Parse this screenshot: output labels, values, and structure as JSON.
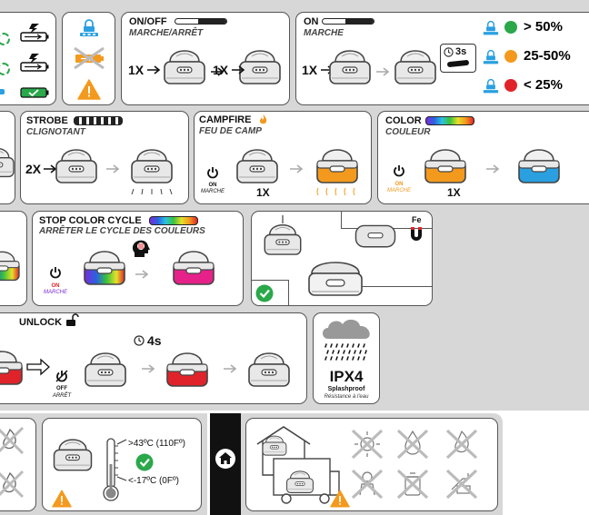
{
  "battery_charge": {
    "status_1": "",
    "status_2": ""
  },
  "lock_panel": {},
  "on_off": {
    "title": "ON/OFF",
    "subtitle": "MARCHE/ARRÊT",
    "press_1": "1X",
    "press_2": "1X"
  },
  "on": {
    "title": "ON",
    "subtitle": "MARCHE",
    "press": "1X",
    "hold": "3s"
  },
  "battery_levels": [
    {
      "label": "> 50%",
      "color": "#2aa84a"
    },
    {
      "label": "25-50%",
      "color": "#f39a1e"
    },
    {
      "label": "< 25%",
      "color": "#e0232a"
    }
  ],
  "strobe": {
    "title": "STROBE",
    "subtitle": "CLIGNOTANT",
    "press": "2X"
  },
  "campfire": {
    "title": "CAMPFIRE",
    "subtitle": "FEU DE CAMP",
    "on_label": "ON",
    "on_sub": "MARCHE",
    "press": "1X"
  },
  "color": {
    "title": "COLOR",
    "subtitle": "COULEUR",
    "on_label": "ON",
    "on_sub": "MARCHE",
    "press": "1X"
  },
  "stop_color": {
    "title": "STOP COLOR CYCLE",
    "subtitle": "ARRÊTER LE CYCLE DES COULEURS",
    "on_label": "ON",
    "on_sub": "MARCHE"
  },
  "mounting": {
    "magnet_label": "Fe"
  },
  "unlock": {
    "title": "UNLOCK",
    "hold": "4s",
    "off_label": "OFF",
    "off_sub": "ARRÊT"
  },
  "ipx": {
    "rating": "IPX4",
    "title": "Splashproof",
    "subtitle": "Résistance à l'eau"
  },
  "temperature": {
    "max": ">43ºC (110Fº)",
    "min": "<-17ºC (0Fº)"
  },
  "colors": {
    "orange": "#f39a1e",
    "green": "#2aa84a",
    "red": "#e0232a",
    "blue": "#2aa0e0",
    "dark": "#222222",
    "gray_band": "#d7d7d7"
  }
}
